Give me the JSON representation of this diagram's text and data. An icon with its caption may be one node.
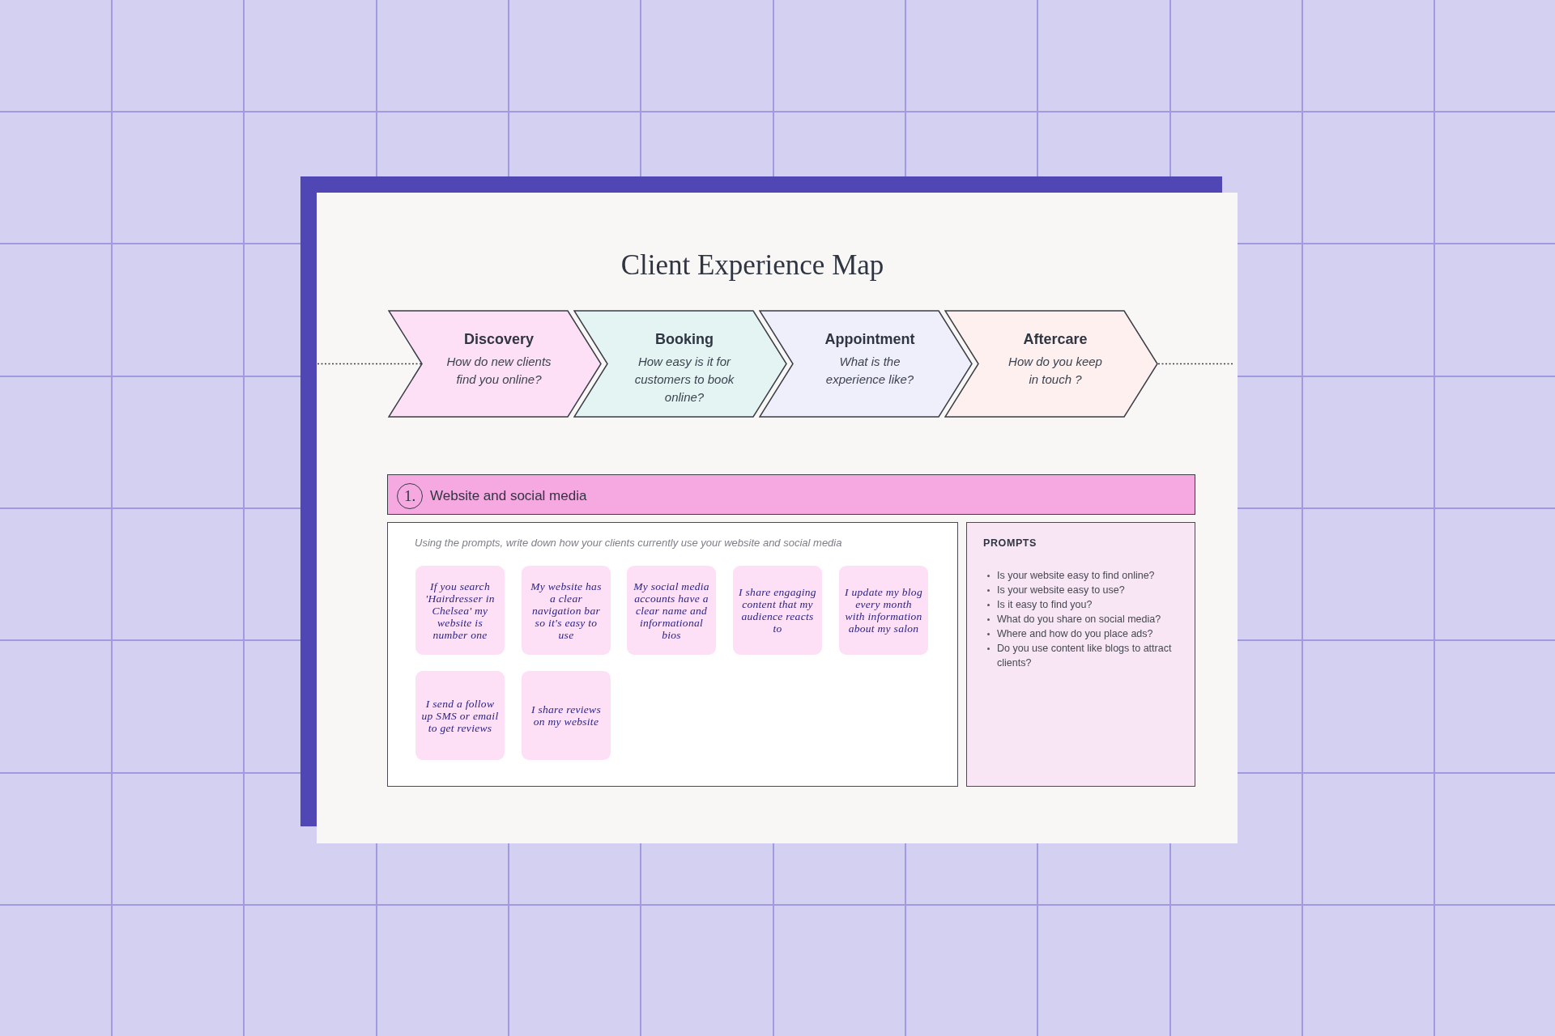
{
  "diagram": {
    "title": "Client Experience Map",
    "nodes": [
      {
        "text": [
          "Discovery",
          "How do new clients find you online?"
        ]
      },
      {
        "text": [
          "Booking",
          "How easy is it for customers to book online?"
        ]
      },
      {
        "text": [
          "Appointment",
          "What is the experience like?"
        ]
      },
      {
        "text": [
          "Aftercare",
          "How do you keep in touch ?"
        ]
      },
      {
        "text": [
          "Website and social media"
        ]
      },
      {
        "text": [
          "1."
        ],
        "in": 4
      },
      {
        "text": [
          "Using the prompts, write down how your clients currently use your website and social media"
        ]
      },
      {
        "text": [
          "If you search 'Hairdresser in Chelsea' my website is number one"
        ],
        "in": 6
      },
      {
        "text": [
          "My website has a clear navigation bar so it's easy to use"
        ],
        "in": 6
      },
      {
        "text": [
          "My social media accounts have a clear name and informational bios"
        ],
        "in": 6
      },
      {
        "text": [
          "I share engaging content that my audience reacts to"
        ],
        "in": 6
      },
      {
        "text": [
          "I update my blog every month with information about my salon"
        ],
        "in": 6
      },
      {
        "text": [
          "I send a follow up SMS or email to get reviews"
        ],
        "in": 6
      },
      {
        "text": [
          "I share reviews on my website"
        ],
        "in": 6
      },
      {
        "text": [
          "PROMPTS",
          "Is your website easy to find online?",
          "Is your website easy to use?",
          "Is it easy to find you?",
          "What do you share on social media?",
          "Where and how do you place ads?",
          "Do you use content like blogs to attract clients?"
        ]
      }
    ],
    "edges": [
      {
        "from": null,
        "to": 0,
        "arrow": "none",
        "style": "dashed"
      },
      {
        "from": 3,
        "to": null,
        "arrow": "none",
        "style": "dashed"
      }
    ]
  }
}
